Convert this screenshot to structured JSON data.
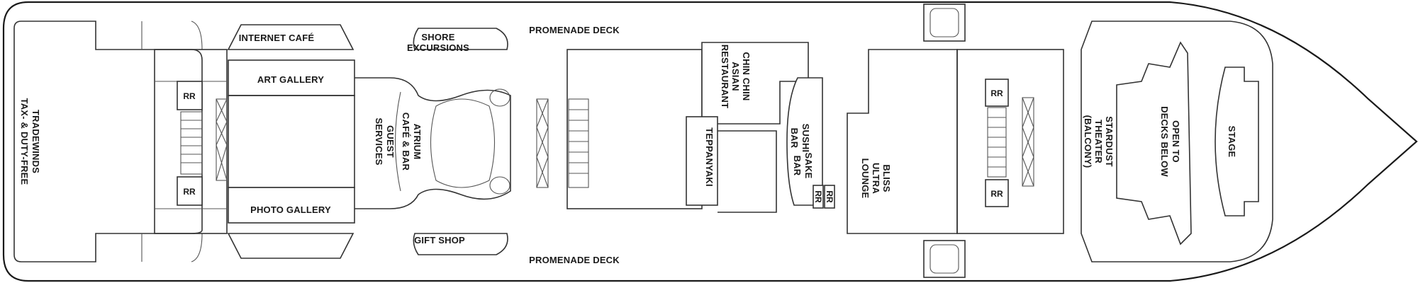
{
  "deck_labels": {
    "promenade_top": "PROMENADE DECK",
    "promenade_bottom": "PROMENADE DECK"
  },
  "rooms": {
    "tradewinds": [
      "TRADEWINDS",
      "TAX- & DUTY-FREE"
    ],
    "internet_cafe": "INTERNET CAFÉ",
    "art_gallery": "ART GALLERY",
    "photo_gallery": "PHOTO GALLERY",
    "shore_excursions": [
      "SHORE",
      "EXCURSIONS"
    ],
    "guest_services": [
      "GUEST",
      "SERVICES"
    ],
    "atrium": [
      "ATRIUM",
      "CAFÉ & BAR"
    ],
    "gift_shop": "GIFT SHOP",
    "chin_chin": [
      "CHIN CHIN",
      "ASIAN",
      "RESTAURANT"
    ],
    "teppanyaki": "TEPPANYAKI",
    "sushi_bar": [
      "SUSHI",
      "BAR"
    ],
    "sake_bar": [
      "SAKE",
      "BAR"
    ],
    "bliss": [
      "BLISS",
      "ULTRA",
      "LOUNGE"
    ],
    "stardust": [
      "STARDUST",
      "THEATER",
      "(BALCONY)"
    ],
    "open_to_decks": [
      "OPEN TO",
      "DECKS BELOW"
    ],
    "stage": "STAGE"
  },
  "restrooms": {
    "rr1": "RR",
    "rr2": "RR",
    "rr3": "RR",
    "rr4": "RR",
    "rr5": "RR",
    "rr6": "RR"
  }
}
